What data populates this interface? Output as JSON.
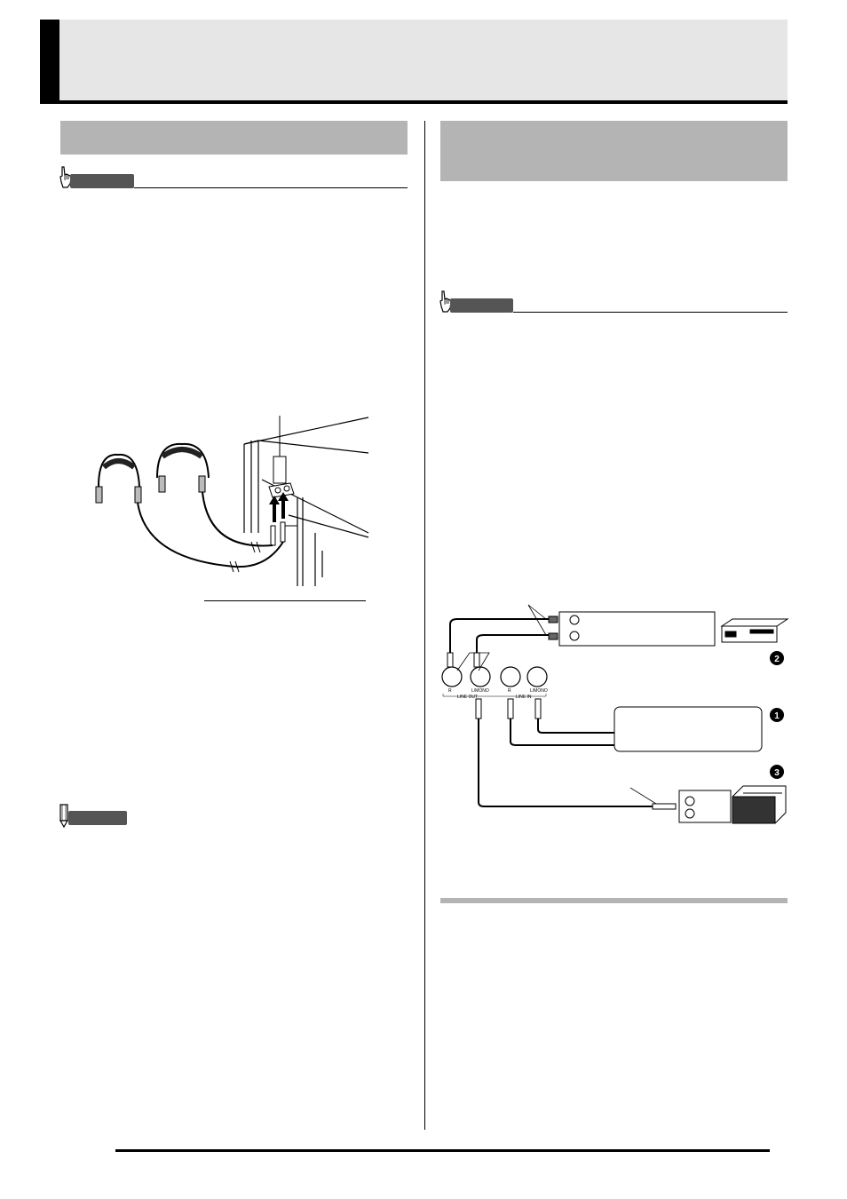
{
  "diagram_connections": {
    "line_out": {
      "r_label": "R",
      "l_label": "L/MONO",
      "group_label": "LINE OUT"
    },
    "line_in": {
      "r_label": "R",
      "l_label": "L/MONO",
      "group_label": "LINE IN"
    },
    "callouts": [
      "❶",
      "❷",
      "❸"
    ]
  },
  "colors": {
    "header_band": "#e6e6e6",
    "section_bar": "#b4b4b4",
    "note_pill": "#555555",
    "rule": "#000000"
  },
  "icons": [
    "pointing-hand-icon",
    "pencil-icon",
    "headphones-icon",
    "amplifier-icon",
    "audio-deck-icon"
  ]
}
